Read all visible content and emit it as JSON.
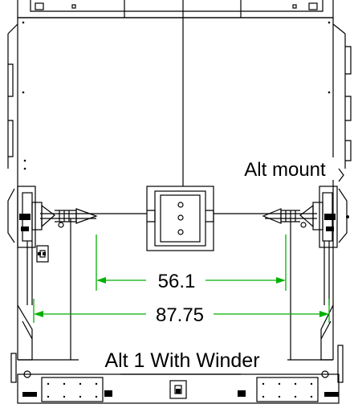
{
  "labels": {
    "alt_mount": "Alt mount",
    "alt_1_with_winder": "Alt 1 With Winder"
  },
  "dimensions": {
    "inner_width": "56.1",
    "outer_width": "87.75"
  },
  "colors": {
    "linework": "#000000",
    "dimension_lines": "#00b000",
    "background": "#ffffff"
  }
}
